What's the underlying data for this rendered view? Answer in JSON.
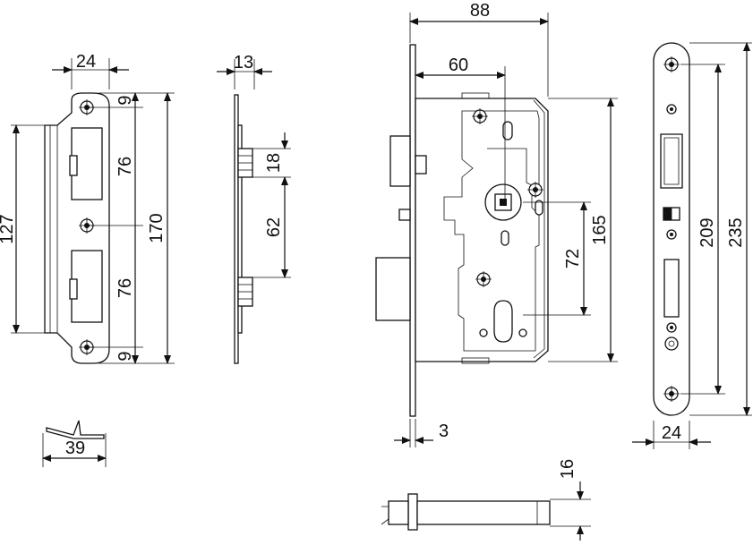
{
  "colors": {
    "ink": "#111111",
    "paper": "#ffffff"
  },
  "dimensions": {
    "striker_width": "24",
    "striker_top_offset": "9",
    "striker_upper_opening": "76",
    "striker_lower_opening": "76",
    "striker_bottom_offset": "9",
    "striker_height_total": "170",
    "striker_inner_height": "127",
    "striker_return": "39",
    "side_depth": "13",
    "side_slot": "18",
    "side_spacing": "62",
    "lock_backset_total": "88",
    "lock_backset": "60",
    "lock_faceplate": "3",
    "lock_spindle_to_cylinder": "72",
    "lock_case_height": "165",
    "latch_height": "16",
    "faceplate_width": "24",
    "faceplate_inner": "209",
    "faceplate_total": "235"
  }
}
